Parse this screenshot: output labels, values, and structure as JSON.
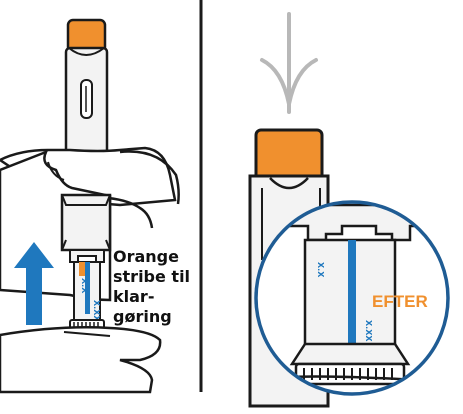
{
  "panels": {
    "left": {
      "label_lines": [
        "Orange",
        "stribe til",
        "klar-",
        "gøring"
      ]
    },
    "right": {
      "after_label": "EFTER"
    }
  },
  "scale_text": {
    "small_left_1": "X.X",
    "small_left_2": "X.XX",
    "zoom_1": "X.X",
    "zoom_2": "X.XX"
  },
  "icons": {
    "up_arrow": "up-arrow-icon",
    "down_arrow": "down-arrow-icon"
  },
  "colors": {
    "orange": "#F0902E",
    "blue": "#1F78BE",
    "outline": "#1A1A1A",
    "pen_body": "#F3F3F3",
    "gray_arrow": "#B8B8B8",
    "skin": "#FFFFFF"
  }
}
